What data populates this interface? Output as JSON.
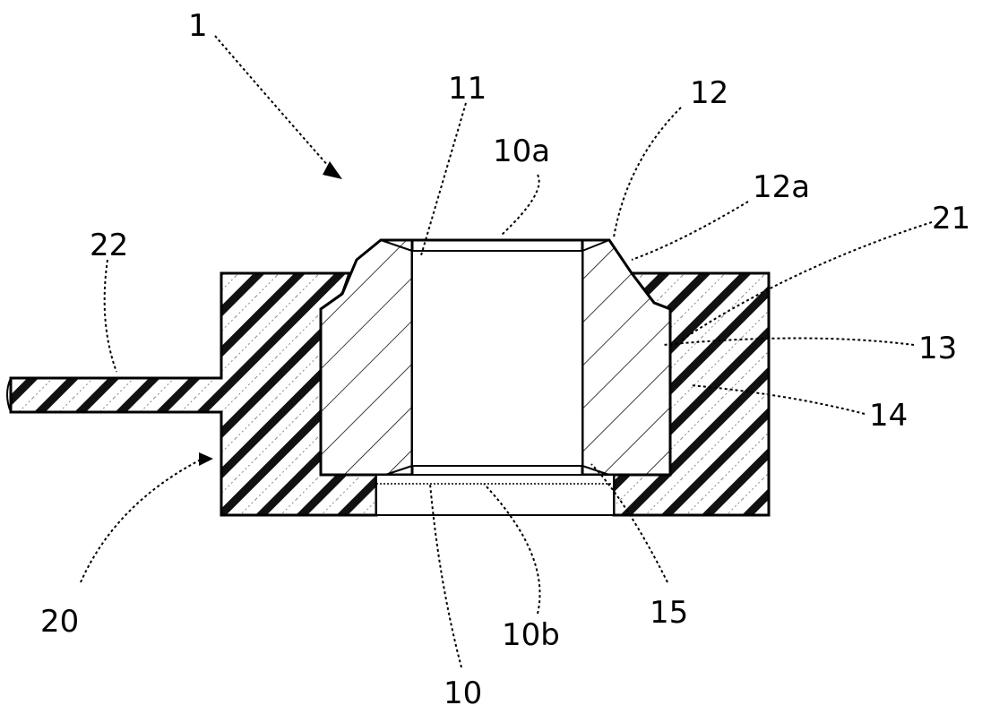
{
  "figure": {
    "labels": {
      "l1": "1",
      "l11": "11",
      "l12": "12",
      "l10a": "10a",
      "l12a": "12a",
      "l21": "21",
      "l22": "22",
      "l13": "13",
      "l14": "14",
      "l20": "20",
      "l15": "15",
      "l10b": "10b",
      "l10": "10"
    }
  }
}
